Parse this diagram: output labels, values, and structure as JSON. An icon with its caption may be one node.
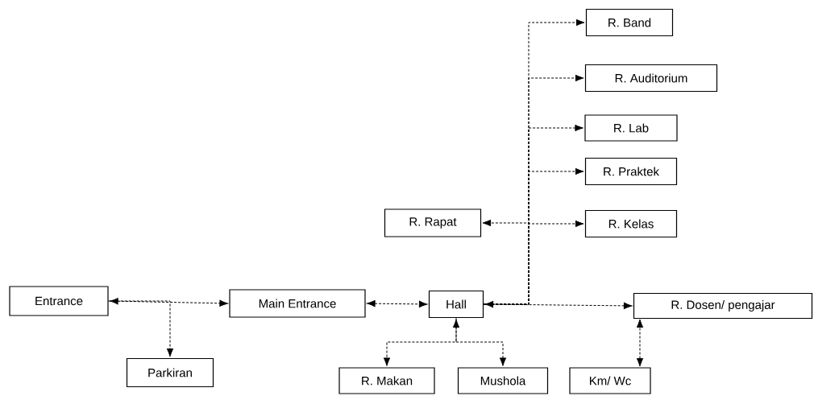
{
  "diagram": {
    "nodes": [
      {
        "text": [
          "R. Band"
        ]
      },
      {
        "text": [
          "R. Auditorium"
        ]
      },
      {
        "text": [
          "R. Lab"
        ]
      },
      {
        "text": [
          "R. Praktek"
        ]
      },
      {
        "text": [
          "R. Rapat"
        ]
      },
      {
        "text": [
          "R. Kelas"
        ]
      },
      {
        "text": [
          "Entrance"
        ]
      },
      {
        "text": [
          "Main Entrance"
        ]
      },
      {
        "text": [
          "Hall"
        ]
      },
      {
        "text": [
          "R. Dosen/ pengajar"
        ]
      },
      {
        "text": [
          "Parkiran"
        ]
      },
      {
        "text": [
          "R. Makan"
        ]
      },
      {
        "text": [
          "Mushola"
        ]
      },
      {
        "text": [
          "Km/ Wc"
        ]
      }
    ],
    "edges": [
      {
        "from": 6,
        "to": 7,
        "arrow": "both"
      },
      {
        "from": 6,
        "to": 10,
        "arrow": "to"
      },
      {
        "from": 7,
        "to": 8,
        "arrow": "both"
      },
      {
        "from": 8,
        "to": 0,
        "arrow": "to"
      },
      {
        "from": 8,
        "to": 1,
        "arrow": "to"
      },
      {
        "from": 8,
        "to": 2,
        "arrow": "to"
      },
      {
        "from": 8,
        "to": 3,
        "arrow": "to"
      },
      {
        "from": 8,
        "to": 5,
        "arrow": "to"
      },
      {
        "from": 8,
        "to": 4,
        "arrow": "to"
      },
      {
        "from": 8,
        "to": 9,
        "arrow": "both"
      },
      {
        "from": 8,
        "to": 11,
        "arrow": "both"
      },
      {
        "from": 8,
        "to": 12,
        "arrow": "to"
      },
      {
        "from": 13,
        "to": 9,
        "arrow": "both"
      }
    ]
  }
}
